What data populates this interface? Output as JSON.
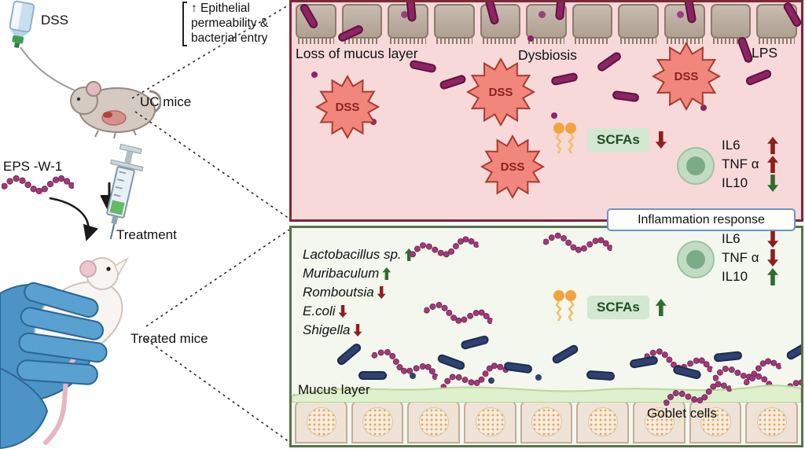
{
  "colors": {
    "panel_top_bg": "#f7d9da",
    "panel_top_border": "#7c2838",
    "panel_bottom_bg": "#f3f7ee",
    "panel_bottom_border": "#57724b",
    "arrow_red": "#8e1f1f",
    "arrow_green": "#2f6d2f",
    "eps_bead": "#a03a78",
    "rod_purple": "#8e2463",
    "rod_blue": "#2e4170",
    "dss_burst_fill": "#f0867c",
    "dss_burst_edge": "#a93a2d",
    "scfa_badge_bg": "#d2e8d0",
    "scfa_icon": "#f3a33c",
    "inflammation_border": "#6b93c9",
    "glove_blue": "#4c94c6",
    "mucus_green": "#def0cc"
  },
  "left": {
    "dss_label": "DSS",
    "uc_mice_label": "UC mice",
    "annotation": "↑ Epithelial permeability & bacterial entry",
    "eps_label": "EPS -W-1",
    "treatment_label": "Treatment",
    "treated_mice_label": "Treated  mice"
  },
  "top_panel": {
    "loss_of_mucus": "Loss of mucus layer",
    "dysbiosis": "Dysbiosis",
    "lps": "LPS",
    "dss": "DSS",
    "scfas": {
      "label": "SCFAs",
      "dir": "down",
      "color": "red"
    },
    "cytokines": [
      {
        "label": "IL6",
        "dir": "up",
        "color": "red"
      },
      {
        "label": "TNF α",
        "dir": "up",
        "color": "red"
      },
      {
        "label": "IL10",
        "dir": "down",
        "color": "green"
      }
    ]
  },
  "inflammation_label": "Inflammation response",
  "bottom_panel": {
    "microbes": [
      {
        "name": "Lactobacillus sp.",
        "dir": "up",
        "color": "green"
      },
      {
        "name": "Muribaculum",
        "dir": "up",
        "color": "green"
      },
      {
        "name": "Romboutsia",
        "dir": "down",
        "color": "red"
      },
      {
        "name": "E.coli",
        "dir": "down",
        "color": "red"
      },
      {
        "name": "Shigella",
        "dir": "down",
        "color": "red"
      }
    ],
    "scfas": {
      "label": "SCFAs",
      "dir": "up",
      "color": "green"
    },
    "cytokines": [
      {
        "label": "IL6",
        "dir": "down",
        "color": "red"
      },
      {
        "label": "TNF α",
        "dir": "down",
        "color": "red"
      },
      {
        "label": "IL10",
        "dir": "up",
        "color": "green"
      }
    ],
    "mucus_label": "Mucus layer",
    "goblet_label": "Goblet cells"
  }
}
